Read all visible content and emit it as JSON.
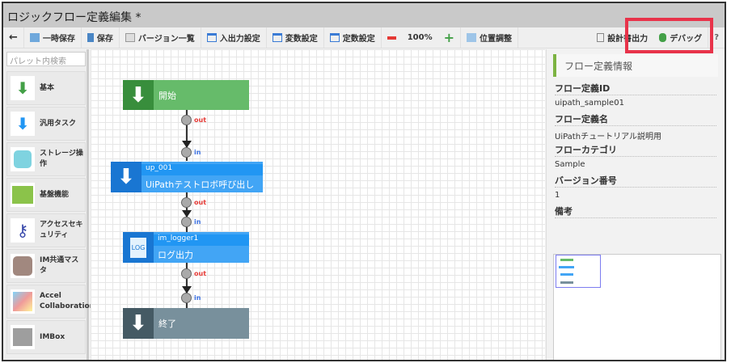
{
  "window": {
    "title": "ロジックフロー定義編集 *"
  },
  "toolbar": {
    "back": "←",
    "temp_save": "一時保存",
    "save": "保存",
    "versions": "バージョン一覧",
    "io": "入出力設定",
    "vars": "変数設定",
    "consts": "定数設定",
    "zoom": "100%",
    "layout": "位置調整",
    "design_doc": "設計書出力",
    "debug": "デバッグ",
    "help": "?"
  },
  "palette": {
    "search_placeholder": "パレット内検索",
    "items": [
      {
        "label": "基本"
      },
      {
        "label": "汎用タスク"
      },
      {
        "label": "ストレージ操作"
      },
      {
        "label": "基盤機能"
      },
      {
        "label": "アクセスセキュリティ"
      },
      {
        "label": "IM共通マスタ"
      },
      {
        "label": "Accel Collaboration"
      },
      {
        "label": "IMBox"
      }
    ]
  },
  "flow": {
    "start": "開始",
    "task1_id": "up_001",
    "task1_name": "UiPathテストロボ呼び出し",
    "task2_id": "im_logger1",
    "task2_name": "ログ出力",
    "task2_icon": "LOG",
    "end": "終了",
    "out": "out",
    "in": "in"
  },
  "info": {
    "header": "フロー定義情報",
    "id_label": "フロー定義ID",
    "id": "uipath_sample01",
    "name_label": "フロー定義名",
    "name": "UiPathチュートリアル説明用",
    "cat_label": "フローカテゴリ",
    "cat": "Sample",
    "ver_label": "バージョン番号",
    "ver": "1",
    "note_label": "備考"
  },
  "colors": {
    "start": "#66bb6a",
    "task": "#42a5f5",
    "end": "#78909c",
    "highlight": "#e8334a"
  }
}
